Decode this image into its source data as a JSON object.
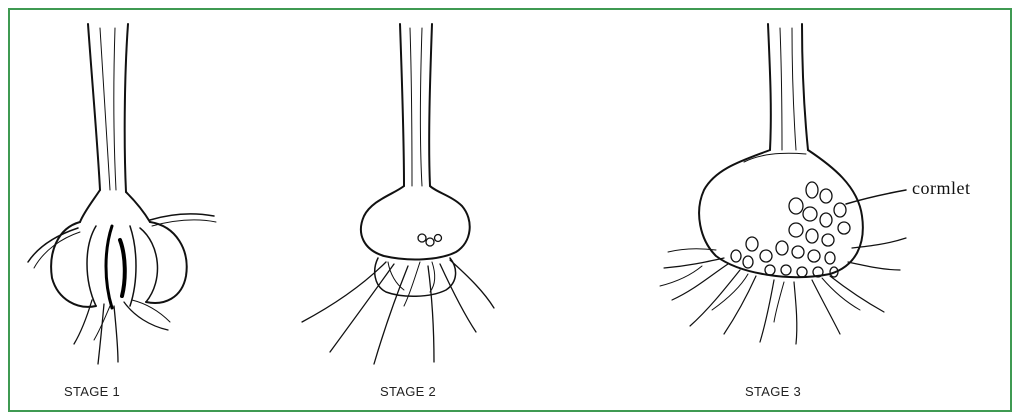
{
  "stages": [
    {
      "label": "STAGE 1"
    },
    {
      "label": "STAGE 2"
    },
    {
      "label": "STAGE 3"
    }
  ],
  "annotation": {
    "text": "cormlet"
  },
  "colors": {
    "frame_border": "#3f9a52",
    "ink": "#111111",
    "background": "#ffffff"
  }
}
